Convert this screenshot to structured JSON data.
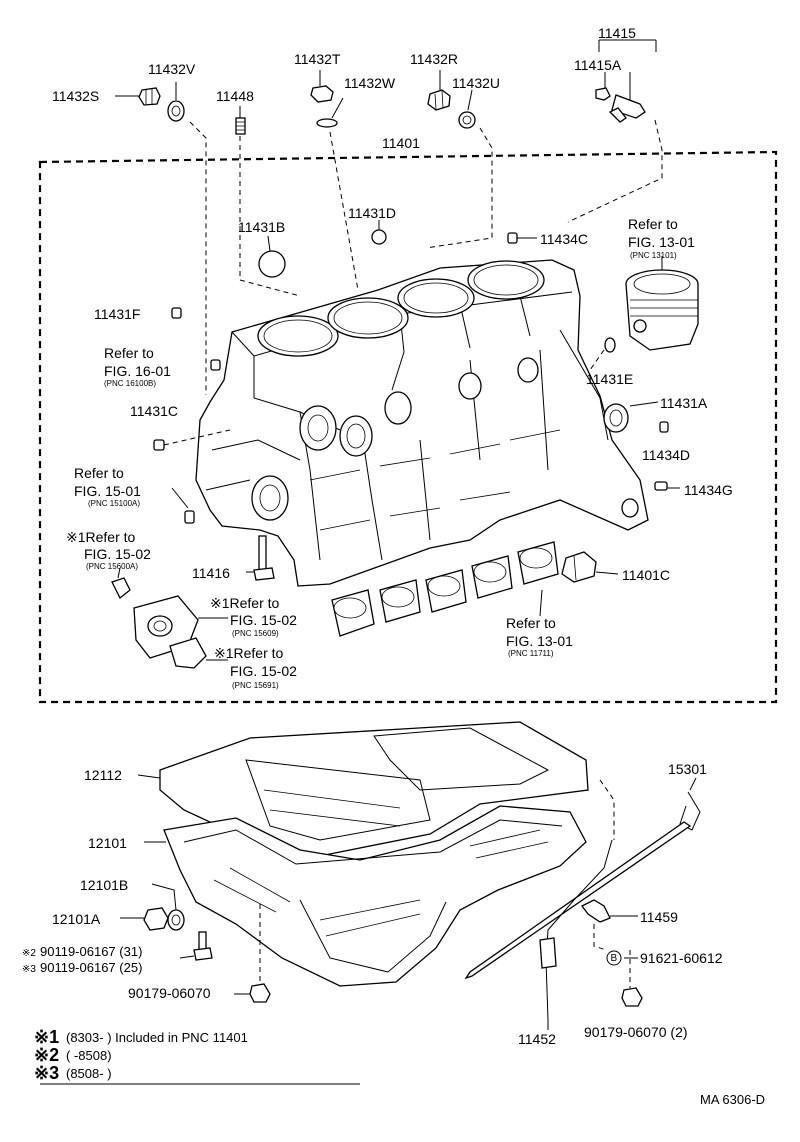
{
  "parts": {
    "p11415": "11415",
    "p11415A": "11415A",
    "p11432S": "11432S",
    "p11432V": "11432V",
    "p11432T": "11432T",
    "p11432W": "11432W",
    "p11432R": "11432R",
    "p11432U": "11432U",
    "p11448": "11448",
    "p11401": "11401",
    "p11431D": "11431D",
    "p11434C": "11434C",
    "p11431B": "11431B",
    "p11431F": "11431F",
    "p11431E": "11431E",
    "p11431C": "11431C",
    "p11431A": "11431A",
    "p11434D": "11434D",
    "p11434G": "11434G",
    "p11416": "11416",
    "p11401C": "11401C",
    "p12112": "12112",
    "p12101": "12101",
    "p12101B": "12101B",
    "p12101A": "12101A",
    "p15301": "15301",
    "p11459": "11459",
    "p91621": "91621-60612",
    "p90119_31": "90119-06167 (31)",
    "p90119_25": "90119-06167 (25)",
    "p90179": "90179-06070",
    "p90179_2": "90179-06070 (2)",
    "p11452": "11452"
  },
  "refs": {
    "refer_to": "Refer to",
    "r1_fig": "FIG. 13-01",
    "r1_pnc": "(PNC 13101)",
    "r2_fig": "FIG. 16-01",
    "r2_pnc": "(PNC 16100B)",
    "r3_fig": "FIG. 15-01",
    "r3_pnc": "(PNC 15100A)",
    "r4_prefix": "※1Refer to",
    "r4_fig": "FIG. 15-02",
    "r4_pnc": "(PNC 15600A)",
    "r5_prefix": "※1Refer to",
    "r5_fig": "FIG. 15-02",
    "r5_pnc": "(PNC 15609)",
    "r6_prefix": "※1Refer to",
    "r6_fig": "FIG. 15-02",
    "r6_pnc": "(PNC 15691)",
    "r7_fig": "FIG. 13-01",
    "r7_pnc": "(PNC 11711)"
  },
  "marks": {
    "star2": "※2",
    "star3": "※3",
    "circle_b": "B"
  },
  "notes": {
    "n1_mark": "※1",
    "n1_text": "(8303-        ) Included in PNC 11401",
    "n2_mark": "※2",
    "n2_text": "(        -8508)",
    "n3_mark": "※3",
    "n3_text": "(8508-        )"
  },
  "diagram_code": "MA 6306-D"
}
